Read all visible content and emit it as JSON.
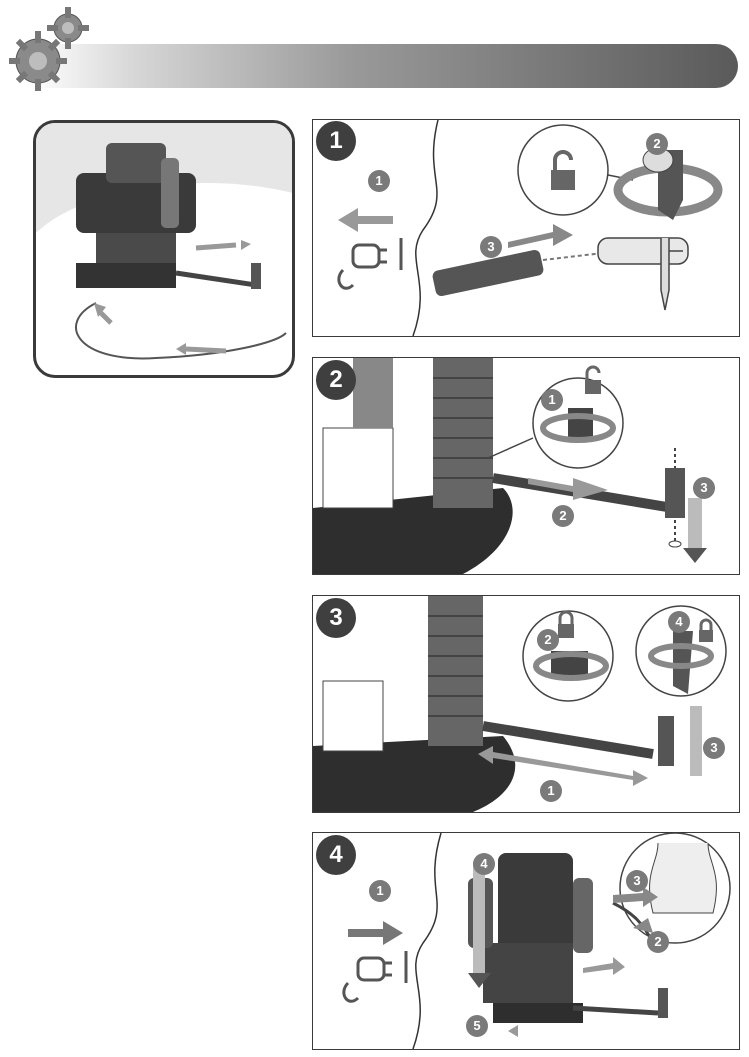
{
  "overview": {},
  "steps": [
    {
      "badge": "1",
      "markers": [
        "1",
        "2",
        "3"
      ]
    },
    {
      "badge": "2",
      "markers": [
        "1",
        "2",
        "3"
      ]
    },
    {
      "badge": "3",
      "markers": [
        "2",
        "4",
        "3",
        "1"
      ]
    },
    {
      "badge": "4",
      "markers": [
        "1",
        "4",
        "3",
        "2",
        "5"
      ]
    }
  ],
  "icons": [
    "gears-icon",
    "plug-icon",
    "unlock-icon",
    "lock-icon",
    "rotate-arrows-icon",
    "router-tool-icon",
    "compass-pin-icon"
  ],
  "colors": {
    "badge": "#3f3f3f",
    "marker": "#7a7a7a",
    "header_dark": "#5a5a5a",
    "arrow": "#8a8a8a"
  }
}
